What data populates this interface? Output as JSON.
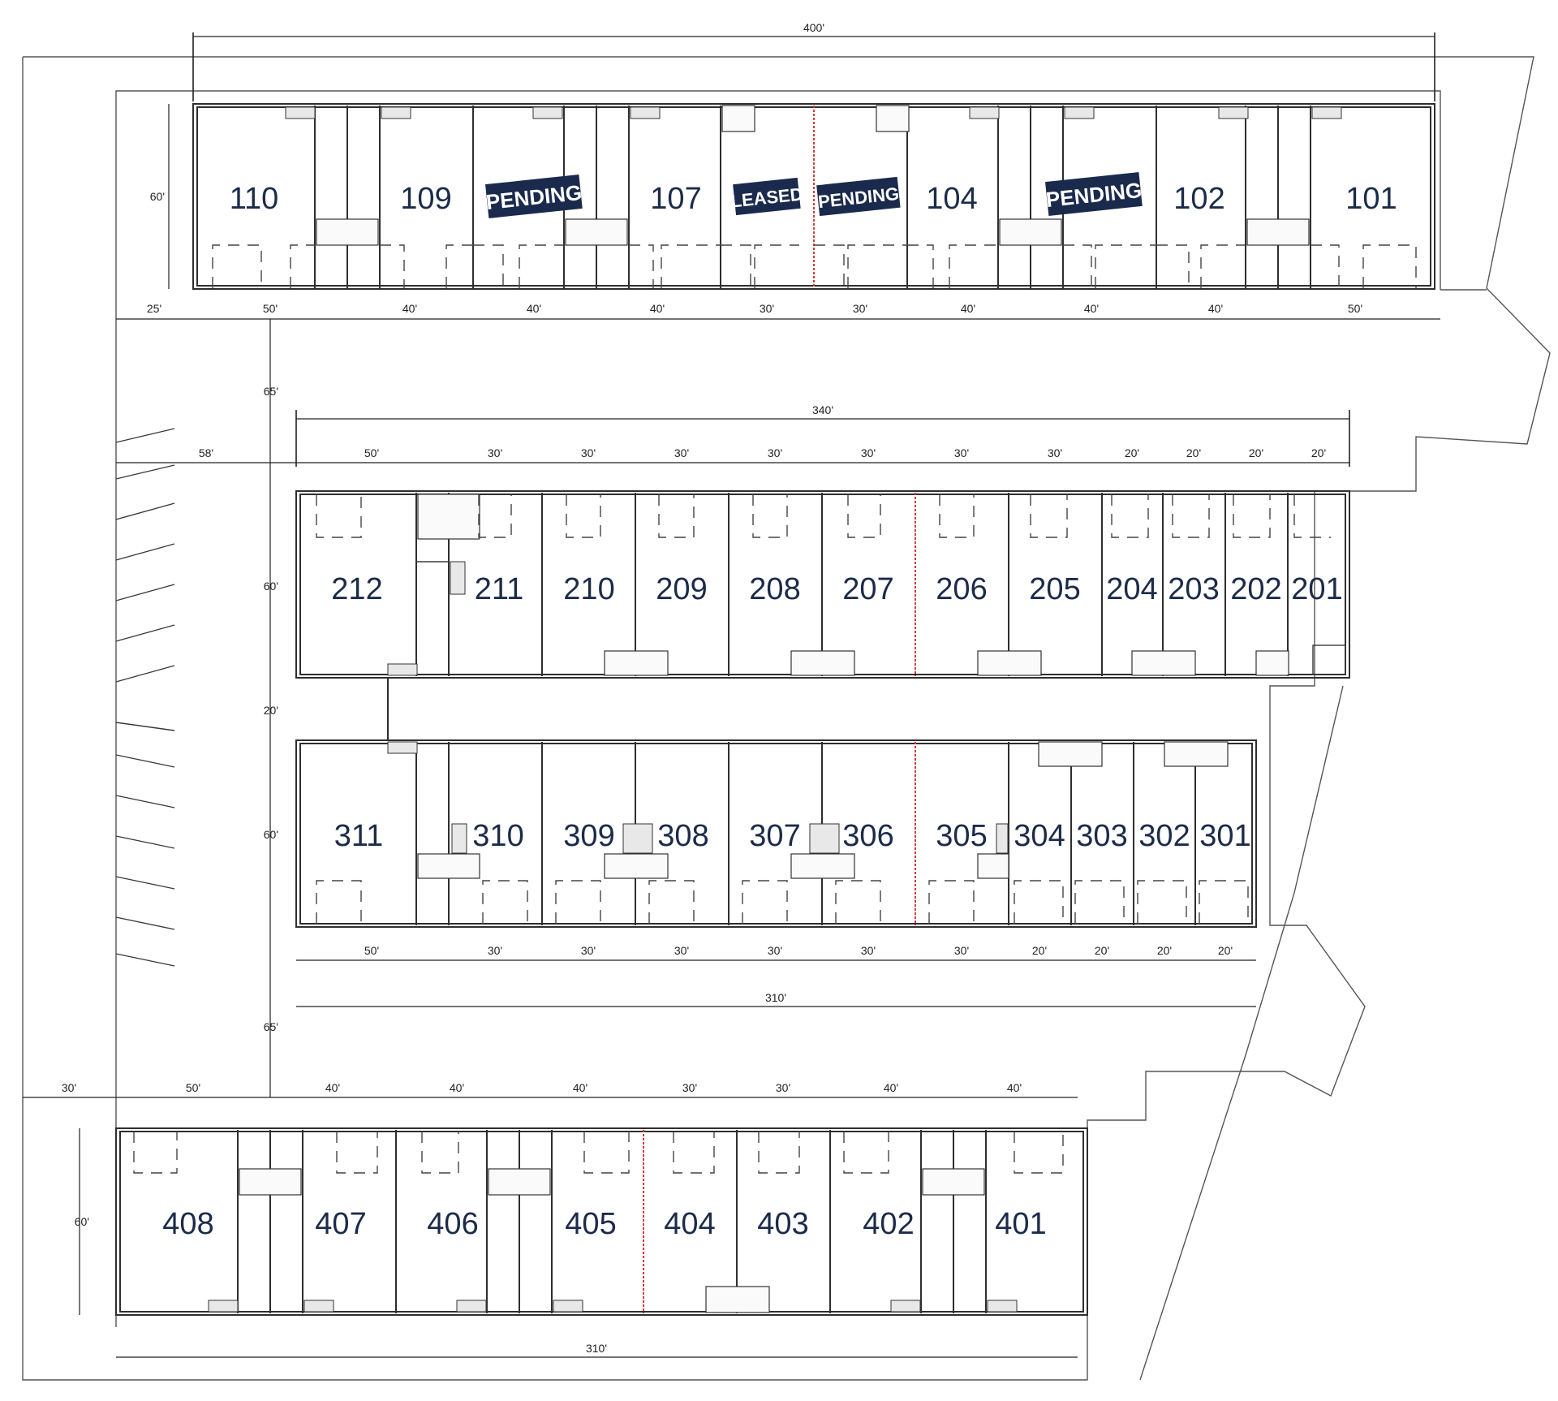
{
  "colors": {
    "unit_number": "#1c2b4a",
    "badge_bg": "#1a2a4d",
    "badge_text": "#ffffff",
    "fixture": "#d23b3b"
  },
  "overall_dims": {
    "top_width": "400'",
    "bldg2_width": "340'",
    "bldg3_width": "310'",
    "bldg4_width": "310'",
    "bldg1_depth": "60'",
    "bldg2_depth": "60'",
    "bldg3_depth": "60'",
    "bldg4_depth": "60'",
    "gap_1_2": "65'",
    "gap_2_3": "20'",
    "gap_3_4": "65'",
    "left_offset_1": "25'",
    "left_offset_2": "58'",
    "left_offset_4": "30'"
  },
  "bldg1": {
    "units": [
      "110",
      "109",
      "107",
      "104",
      "102",
      "101"
    ],
    "segments": [
      "50'",
      "40'",
      "40'",
      "40'",
      "30'",
      "30'",
      "40'",
      "40'",
      "40'",
      "50'"
    ]
  },
  "bldg2": {
    "units": [
      "212",
      "211",
      "210",
      "209",
      "208",
      "207",
      "206",
      "205",
      "204",
      "203",
      "202",
      "201"
    ],
    "segments": [
      "50'",
      "30'",
      "30'",
      "30'",
      "30'",
      "30'",
      "30'",
      "30'",
      "20'",
      "20'",
      "20'",
      "20'"
    ]
  },
  "bldg3": {
    "units": [
      "311",
      "310",
      "309",
      "308",
      "307",
      "306",
      "305",
      "304",
      "303",
      "302",
      "301"
    ],
    "segments": [
      "50'",
      "30'",
      "30'",
      "30'",
      "30'",
      "30'",
      "30'",
      "20'",
      "20'",
      "20'",
      "20'"
    ]
  },
  "bldg4": {
    "units": [
      "408",
      "407",
      "406",
      "405",
      "404",
      "403",
      "402",
      "401"
    ],
    "segments": [
      "50'",
      "40'",
      "40'",
      "40'",
      "30'",
      "30'",
      "40'",
      "40'"
    ]
  },
  "badges": {
    "pending_1": "PENDING",
    "leased": "LEASED",
    "pending_2": "PENDING",
    "pending_3": "PENDING"
  }
}
